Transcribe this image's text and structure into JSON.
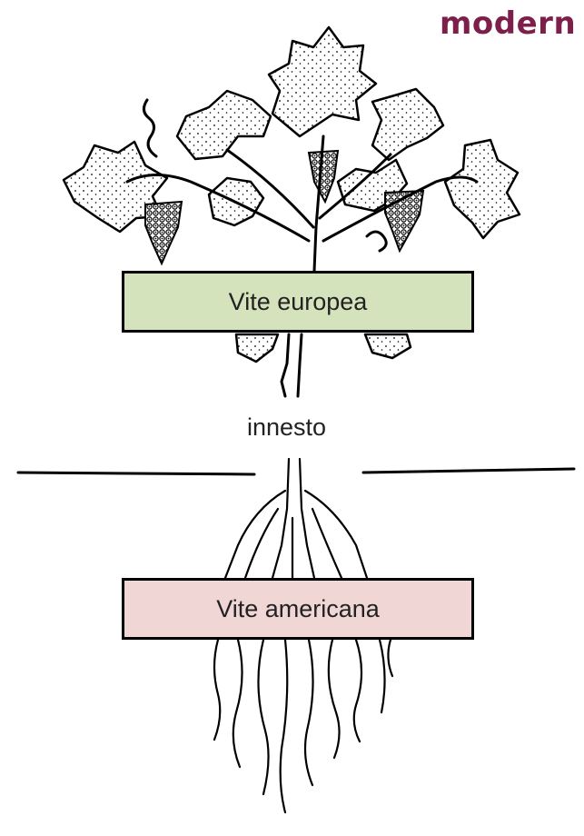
{
  "brand": {
    "text": "modern",
    "color": "#7d1f4a"
  },
  "diagram": {
    "scion_label": "Vite europea",
    "scion_color": "#d5e3bd",
    "graft_label": "innesto",
    "rootstock_label": "Vite americana",
    "rootstock_color": "#f1d6d6"
  }
}
